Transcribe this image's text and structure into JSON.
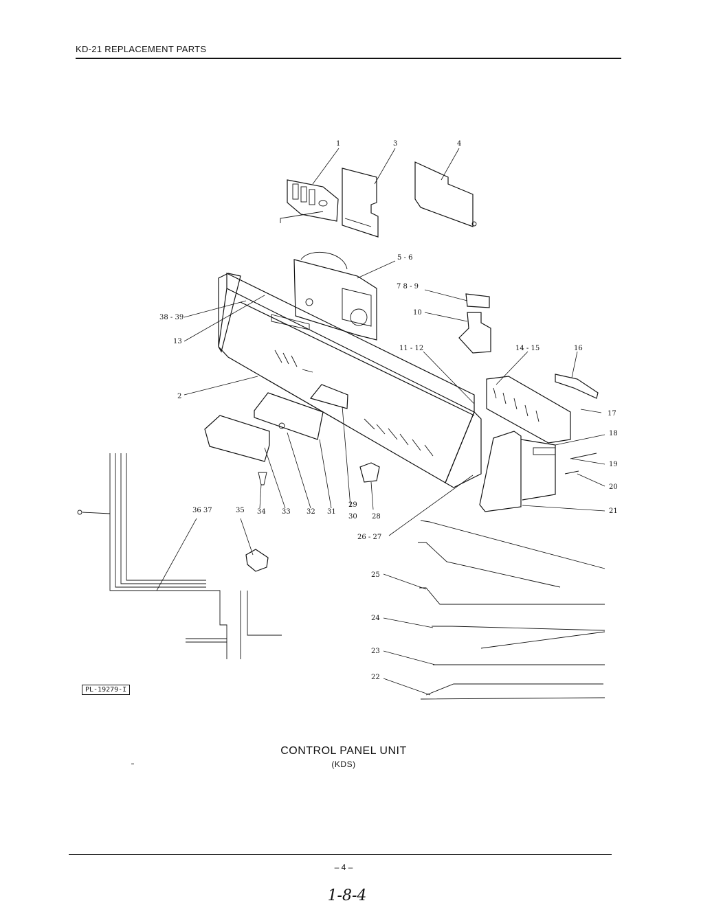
{
  "header": {
    "title": "KD-21 REPLACEMENT PARTS"
  },
  "figure": {
    "title": "CONTROL PANEL UNIT",
    "subtitle": "(KDS)",
    "reference": "PL-19279-I",
    "callouts": {
      "c1": "1",
      "c3": "3",
      "c4": "4",
      "c5_6": "5 - 6",
      "c7_8_9": "7  8 - 9",
      "c10": "10",
      "c11_12": "11 - 12",
      "c14_15": "14 - 15",
      "c16": "16",
      "c17": "17",
      "c18": "18",
      "c19": "19",
      "c20": "20",
      "c21": "21",
      "c38_39": "38 - 39",
      "c13": "13",
      "c2": "2",
      "c34": "34",
      "c33": "33",
      "c32": "32",
      "c31": "31",
      "c29": "29",
      "c30": "30",
      "c28": "28",
      "c26_27": "26 - 27",
      "c36_37": "36  37",
      "c35": "35",
      "c25": "25",
      "c24": "24",
      "c23": "23",
      "c22": "22"
    }
  },
  "footer": {
    "page": "– 4 –",
    "handwritten": "1-8-4"
  }
}
